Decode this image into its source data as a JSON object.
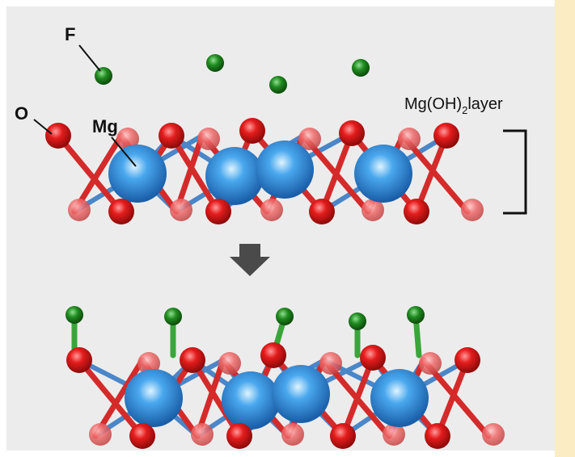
{
  "labels": {
    "fluorine": "F",
    "oxygen": "O",
    "magnesium": "Mg",
    "layer_prefix": "Mg(OH)",
    "layer_subscript": "2",
    "layer_suffix": "layer"
  },
  "colors": {
    "fluorine_atom": "#1f8a1f",
    "oxygen_atom": "#e01818",
    "magnesium_atom": "#2f86d6",
    "mg_o_bond": "#4a86c8",
    "o_o_bond": "#d42a2a",
    "f_o_bond": "#3aa53a",
    "arrow": "#4a4a4a"
  }
}
